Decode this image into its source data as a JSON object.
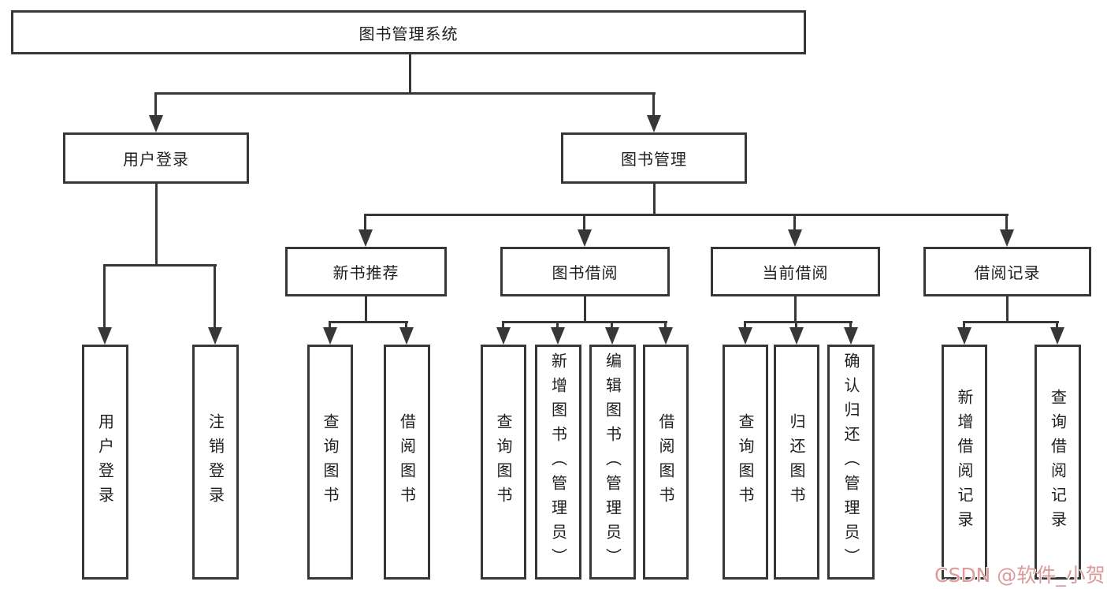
{
  "diagram": {
    "root": {
      "label": "图书管理系统"
    },
    "level2": {
      "user_login": {
        "label": "用户登录"
      },
      "book_mgmt": {
        "label": "图书管理"
      }
    },
    "level3": {
      "new_book": {
        "label": "新书推荐"
      },
      "book_borrow": {
        "label": "图书借阅"
      },
      "current_borrow": {
        "label": "当前借阅"
      },
      "borrow_record": {
        "label": "借阅记录"
      }
    },
    "leaves": {
      "user_login_leaf": "用户登录",
      "logout": "注销登录",
      "nb_query": "查询图书",
      "nb_borrow": "借阅图书",
      "bb_query": "查询图书",
      "bb_add": "新增图书（管理员）",
      "bb_edit": "编辑图书（管理员）",
      "bb_borrow": "借阅图书",
      "cb_query": "查询图书",
      "cb_return": "归还图书",
      "cb_confirm": "确认归还（管理员）",
      "br_add": "新增借阅记录",
      "br_query": "查询借阅记录"
    }
  },
  "watermark": {
    "text": "CSDN @软件_小贺同学"
  },
  "colors": {
    "line": "#373737",
    "watermark_pink": "#dc9a9a",
    "box_fill": "#ffffff"
  }
}
